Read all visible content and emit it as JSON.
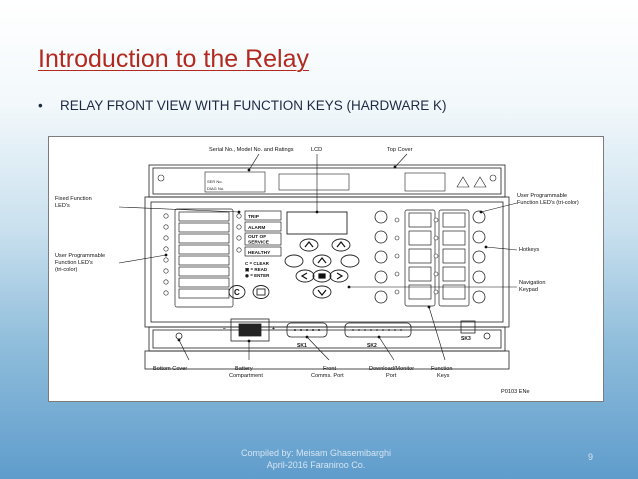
{
  "slide": {
    "title": "Introduction to the Relay",
    "bullet": "RELAY FRONT VIEW WITH FUNCTION KEYS (HARDWARE K)",
    "footer_line1": "Compiled by: Meisam Ghasemibarghi",
    "footer_line2": "April-2016 Faraniroo Co.",
    "page_number": "9"
  },
  "diagram": {
    "callouts": {
      "serial": "Serial No., Model No. and Ratings",
      "lcd": "LCD",
      "top_cover": "Top Cover",
      "fixed_leds_1": "Fixed Function",
      "fixed_leds_2": "LED's",
      "user_leds_1": "User Programmable",
      "user_leds_2": "Function LED's",
      "user_leds_3": "(tri-color)",
      "user_leds_r1": "User Programmable",
      "user_leds_r2": "Function LED's (tri-color)",
      "hotkeys": "Hotkeys",
      "nav_1": "Navigation",
      "nav_2": "Keypad",
      "bottom_cover": "Bottom Cover",
      "battery_1": "Battery",
      "battery_2": "Compartment",
      "comms_1": "Front",
      "comms_2": "Comms. Port",
      "download_1": "Download/Monitor",
      "download_2": "Port",
      "fkeys_1": "Function",
      "fkeys_2": "Keys",
      "figure_ref": "P0103 ENe"
    },
    "front_panel": {
      "ser_no": "SER No.",
      "diag_no": "DIAG No.",
      "trip": "TRIP",
      "alarm": "ALARM",
      "oos_1": "OUT OF",
      "oos_2": "SERVICE",
      "healthy": "HEALTHY",
      "legend_clear": "= CLEAR",
      "legend_read": "= READ",
      "legend_enter": "= ENTER",
      "key_c": "C",
      "sk1": "SK1",
      "sk2": "SK2",
      "sk3": "SK3"
    }
  }
}
